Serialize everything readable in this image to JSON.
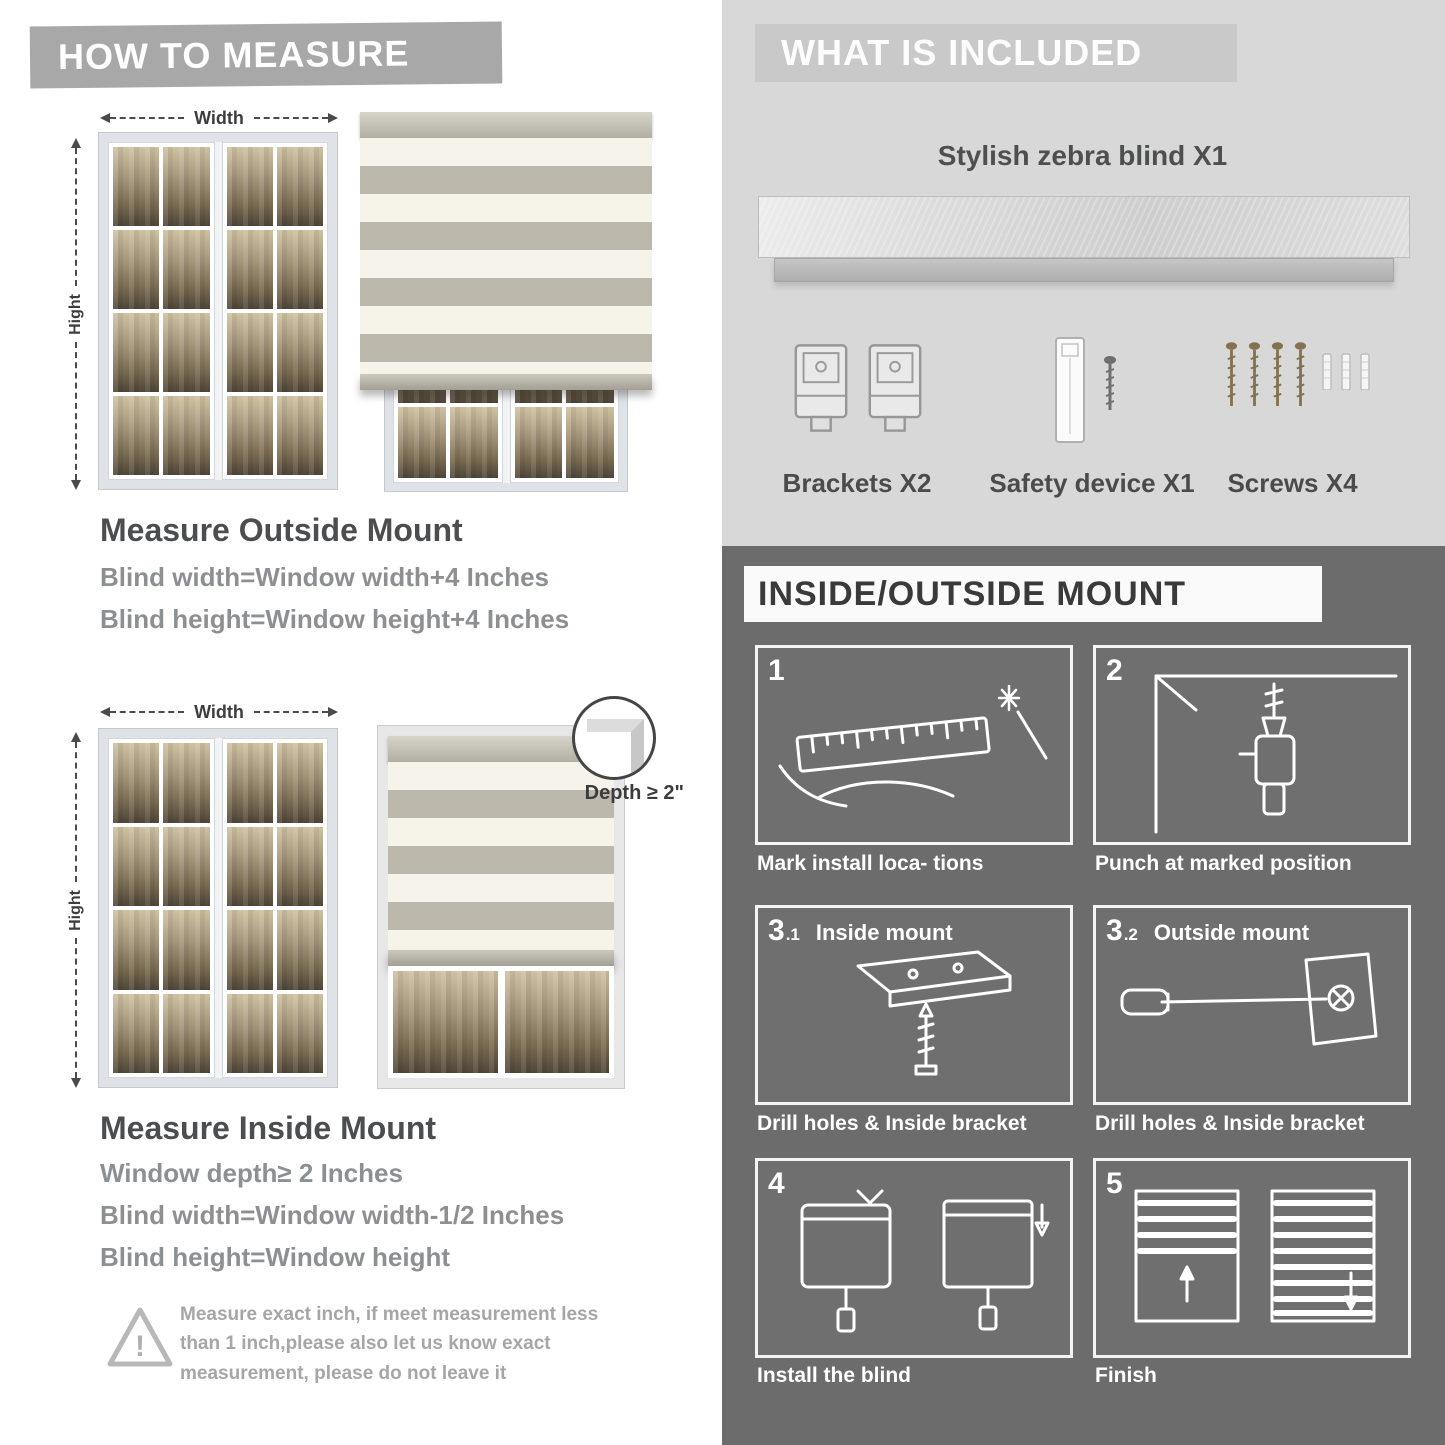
{
  "colors": {
    "banner_gray": "#a8a8a8",
    "panel_light": "#d8d8d8",
    "panel_dark": "#6c6c6c"
  },
  "left": {
    "banner": "HOW TO MEASURE",
    "outside": {
      "width_label": "Width",
      "height_label": "Hight",
      "heading": "Measure Outside Mount",
      "line1": "Blind width=Window width+4 Inches",
      "line2": "Blind height=Window height+4 Inches"
    },
    "inside": {
      "width_label": "Width",
      "height_label": "Hight",
      "depth_label": "Depth ≥ 2\"",
      "heading": "Measure Inside Mount",
      "line1": "Window depth≥ 2 Inches",
      "line2": "Blind width=Window width-1/2 Inches",
      "line3": "Blind height=Window height"
    },
    "warning": {
      "mark": "!",
      "text": "Measure exact inch, if meet measurement less than 1 inch,please also let us know exact measurement, please do not leave it"
    }
  },
  "right": {
    "included": {
      "banner": "WHAT IS INCLUDED",
      "product": "Stylish zebra blind X1",
      "items": [
        {
          "label": "Brackets X2"
        },
        {
          "label": "Safety device X1"
        },
        {
          "label": "Screws X4"
        }
      ]
    },
    "mount": {
      "banner": "INSIDE/OUTSIDE MOUNT",
      "steps": [
        {
          "num": "1",
          "caption": "Mark install loca- tions"
        },
        {
          "num": "2",
          "caption": "Punch at  marked position"
        },
        {
          "num": "3",
          "sub": ".1",
          "title": "Inside mount",
          "caption": "Drill holes &  Inside bracket"
        },
        {
          "num": "3",
          "sub": ".2",
          "title": "Outside mount",
          "caption": "Drill holes &  Inside bracket"
        },
        {
          "num": "4",
          "caption": "Install the blind"
        },
        {
          "num": "5",
          "caption": "Finish"
        }
      ]
    }
  }
}
